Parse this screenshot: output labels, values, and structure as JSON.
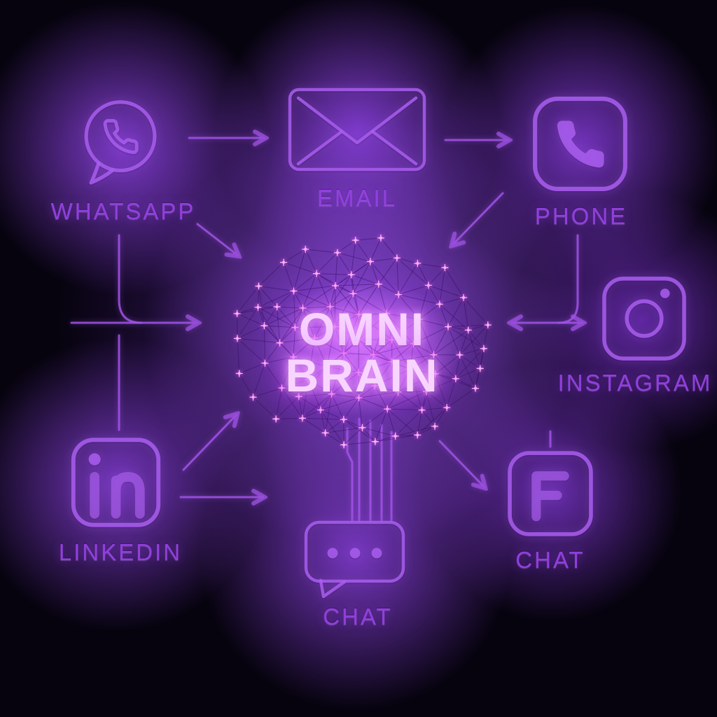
{
  "diagram": {
    "center": {
      "line1": "OMNI",
      "line2": "BRAIN"
    },
    "channels": {
      "whatsapp": {
        "label": "WHATSAPP",
        "icon": "whatsapp-icon"
      },
      "email": {
        "label": "EMAIL",
        "icon": "email-icon"
      },
      "phone": {
        "label": "PHONE",
        "icon": "phone-icon"
      },
      "instagram": {
        "label": "INSTAGRAM",
        "icon": "instagram-icon"
      },
      "linkedin": {
        "label": "LINKEDIN",
        "icon": "linkedin-icon"
      },
      "chat_right": {
        "label": "CHAT",
        "icon": "messenger-f-icon"
      },
      "chat_bottom": {
        "label": "CHAT",
        "icon": "chat-bubble-icon"
      }
    },
    "colors": {
      "background": "#06030e",
      "glow_purple": "#8b3fe0",
      "connector": "#a254e8",
      "icon_stroke": "#ac5ff2",
      "label_purple": "#9440e2",
      "node_pink": "#ffaef6",
      "title_glow": "#f8d5ff"
    }
  }
}
